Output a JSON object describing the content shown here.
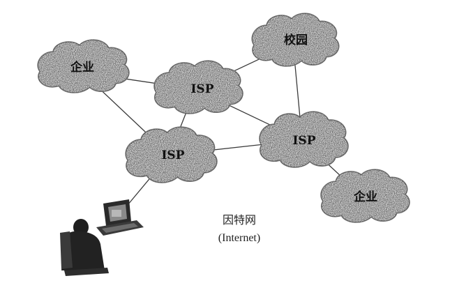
{
  "diagram": {
    "nodes": [
      {
        "id": "enterprise1",
        "label": "企业"
      },
      {
        "id": "isp1",
        "label": "ISP"
      },
      {
        "id": "campus",
        "label": "校园"
      },
      {
        "id": "isp2",
        "label": "ISP"
      },
      {
        "id": "isp3",
        "label": "ISP"
      },
      {
        "id": "enterprise2",
        "label": "企业"
      }
    ],
    "links": [
      [
        "enterprise1",
        "isp1"
      ],
      [
        "enterprise1",
        "isp3"
      ],
      [
        "isp1",
        "campus"
      ],
      [
        "isp1",
        "isp2"
      ],
      [
        "isp1",
        "isp3"
      ],
      [
        "campus",
        "isp2"
      ],
      [
        "isp3",
        "isp2"
      ],
      [
        "isp2",
        "enterprise2"
      ],
      [
        "isp3",
        "computer"
      ]
    ],
    "caption": {
      "line1": "因特网",
      "line2": "(Internet)"
    }
  }
}
